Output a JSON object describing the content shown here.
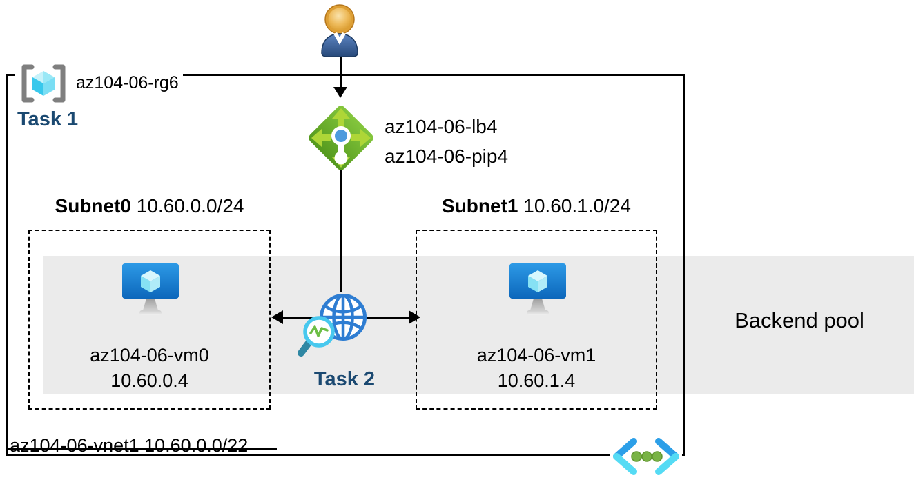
{
  "diagram": {
    "resource_group": {
      "label": "az104-06-rg6"
    },
    "task1_label": "Task 1",
    "task2_label": "Task 2",
    "load_balancer": {
      "name": "az104-06-lb4",
      "public_ip": "az104-06-pip4"
    },
    "subnet0": {
      "name": "Subnet0",
      "cidr": "10.60.0.0/24",
      "vm": {
        "name": "az104-06-vm0",
        "ip": "10.60.0.4"
      }
    },
    "subnet1": {
      "name": "Subnet1",
      "cidr": "10.60.1.0/24",
      "vm": {
        "name": "az104-06-vm1",
        "ip": "10.60.1.4"
      }
    },
    "backend_pool_label": "Backend pool",
    "vnet_label": "az104-06-vnet1 10.60.0.0/22",
    "icons": {
      "user": "user-icon",
      "resource_group": "resource-group-icon",
      "load_balancer": "load-balancer-icon",
      "vm0": "virtual-machine-icon",
      "vm1": "virtual-machine-icon",
      "monitor_globe": "globe-health-probe-icon",
      "vnet": "virtual-network-icon"
    },
    "colors": {
      "task_text": "#1b4971",
      "band_gray": "#ebebeb",
      "lb_green": "#6fae27",
      "azure_blue": "#1786d8",
      "cube_cyan": "#50e6ff",
      "vnet_dot_green": "#76b043"
    }
  }
}
